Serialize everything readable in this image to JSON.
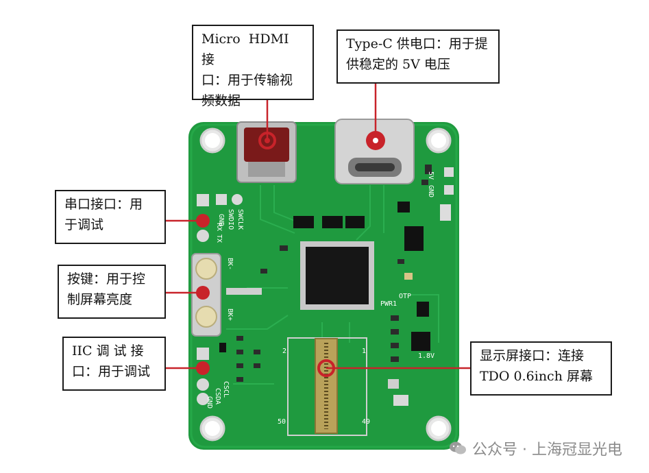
{
  "callouts": {
    "micro_hdmi": "Micro  HDMI  接\n口：用于传输视\n频数据",
    "type_c": "Type-C 供电口：用于提\n供稳定的 5V 电压",
    "serial": "串口接口：用\n于调试",
    "buttons": "按键：用于控\n制屏幕亮度",
    "iic": "IIC 调 试 接\n口：用于调试",
    "display": "显示屏接口：连接\nTDO 0.6inch 屏幕"
  },
  "silkscreen": {
    "gnd_left": "GND",
    "rx": "RX",
    "tx": "TX",
    "swdio": "SWDIO",
    "swclk": "SWCLK",
    "key1": "BK-",
    "key2": "BK+",
    "cscl": "CSCL",
    "csda": "CSDA",
    "gnd_bottom": "GND",
    "gnd_right": "GND",
    "v5": "5V",
    "otp": "OTP",
    "pwr1": "PWR1",
    "v18": "1.8V",
    "pin1": "1",
    "pin2": "2",
    "pin49": "49",
    "pin50": "50"
  },
  "watermark": "公众号 · 上海冠显光电",
  "colors": {
    "pcb": "#1f9a3f",
    "pcb_dark": "#157a30",
    "marker": "#c8232a",
    "line": "#c8232a"
  }
}
